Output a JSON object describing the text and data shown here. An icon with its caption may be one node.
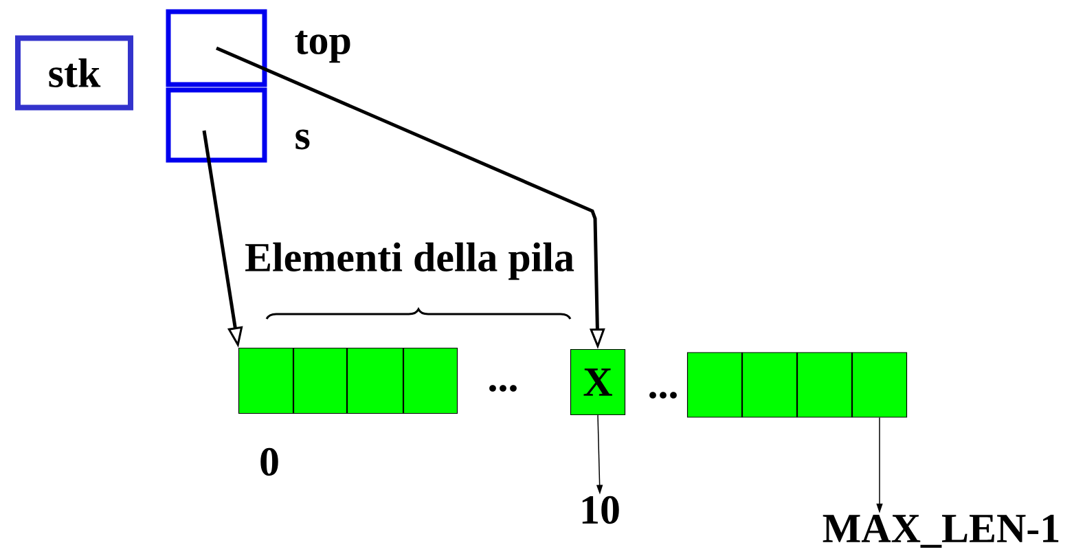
{
  "diagram": {
    "nodes": [
      {
        "text": [
          "stk"
        ]
      },
      {
        "text": [],
        "shape": "box",
        "beside": [
          "top"
        ]
      },
      {
        "text": [],
        "shape": "box",
        "beside": [
          "s"
        ]
      },
      {
        "text": [],
        "shape": "box"
      },
      {
        "text": [],
        "shape": "box"
      },
      {
        "text": [],
        "shape": "box"
      },
      {
        "text": [],
        "shape": "box"
      },
      {
        "text": [
          "X"
        ]
      },
      {
        "text": [],
        "shape": "box"
      },
      {
        "text": [],
        "shape": "box"
      },
      {
        "text": [],
        "shape": "box"
      },
      {
        "text": [],
        "shape": "box"
      },
      {
        "text": [
          "10"
        ]
      },
      {
        "text": [
          "MAX_LEN-1"
        ]
      }
    ],
    "edges": [
      {
        "from": 1,
        "to": 7,
        "arrow": "to",
        "style": "thick"
      },
      {
        "from": 2,
        "to": 3,
        "arrow": "to",
        "style": "thick"
      },
      {
        "from": 7,
        "to": 12,
        "arrow": "to"
      },
      {
        "from": 11,
        "to": 13,
        "arrow": "to"
      }
    ],
    "labels": [
      "Elementi della pila",
      "...",
      "...",
      "0"
    ]
  }
}
